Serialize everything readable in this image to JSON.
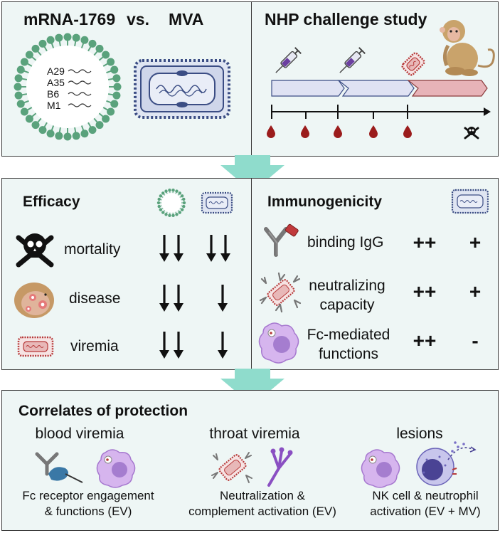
{
  "top_left": {
    "title_left": "mRNA-1769",
    "title_vs": "vs.",
    "title_right": "MVA",
    "antigens": [
      "A29",
      "A35",
      "B6",
      "M1"
    ]
  },
  "top_right": {
    "title": "NHP challenge study"
  },
  "efficacy": {
    "title": "Efficacy",
    "rows": [
      {
        "label": "mortality",
        "mrna_arrows": 2,
        "mva_arrows": 2
      },
      {
        "label": "disease",
        "mrna_arrows": 2,
        "mva_arrows": 1
      },
      {
        "label": "viremia",
        "mrna_arrows": 2,
        "mva_arrows": 1
      }
    ]
  },
  "immunogenicity": {
    "title": "Immunogenicity",
    "rows": [
      {
        "label": "binding IgG",
        "mrna": "++",
        "mva": "+"
      },
      {
        "label": "neutralizing\ncapacity",
        "mrna": "++",
        "mva": "+"
      },
      {
        "label": "Fc-mediated\nfunctions",
        "mrna": "++",
        "mva": "-"
      }
    ]
  },
  "correlates": {
    "title": "Correlates of protection",
    "columns": [
      {
        "heading": "blood viremia",
        "caption": "Fc receptor engagement\n& functions (EV)"
      },
      {
        "heading": "throat viremia",
        "caption": "Neutralization &\ncomplement activation (EV)"
      },
      {
        "heading": "lesions",
        "caption": "NK cell & neutrophil\nactivation (EV + MV)"
      }
    ]
  },
  "colors": {
    "panel_bg": "#eef6f5",
    "teal_arrow": "#8fdccc",
    "lnp_green": "#5aa27c",
    "mva_navy": "#3b4d84",
    "blood_drop": "#9b1c1c",
    "virus_red": "#b73a3a",
    "cell_purple": "#c9a4e6"
  },
  "icons": [
    "syringe-icon",
    "monkey-icon",
    "skull-icon",
    "blood-drop-icon",
    "lipid-nanoparticle-icon",
    "mva-virion-icon",
    "antibody-icon",
    "virus-particle-icon",
    "macrophage-icon",
    "nk-cell-icon",
    "complement-icon"
  ]
}
